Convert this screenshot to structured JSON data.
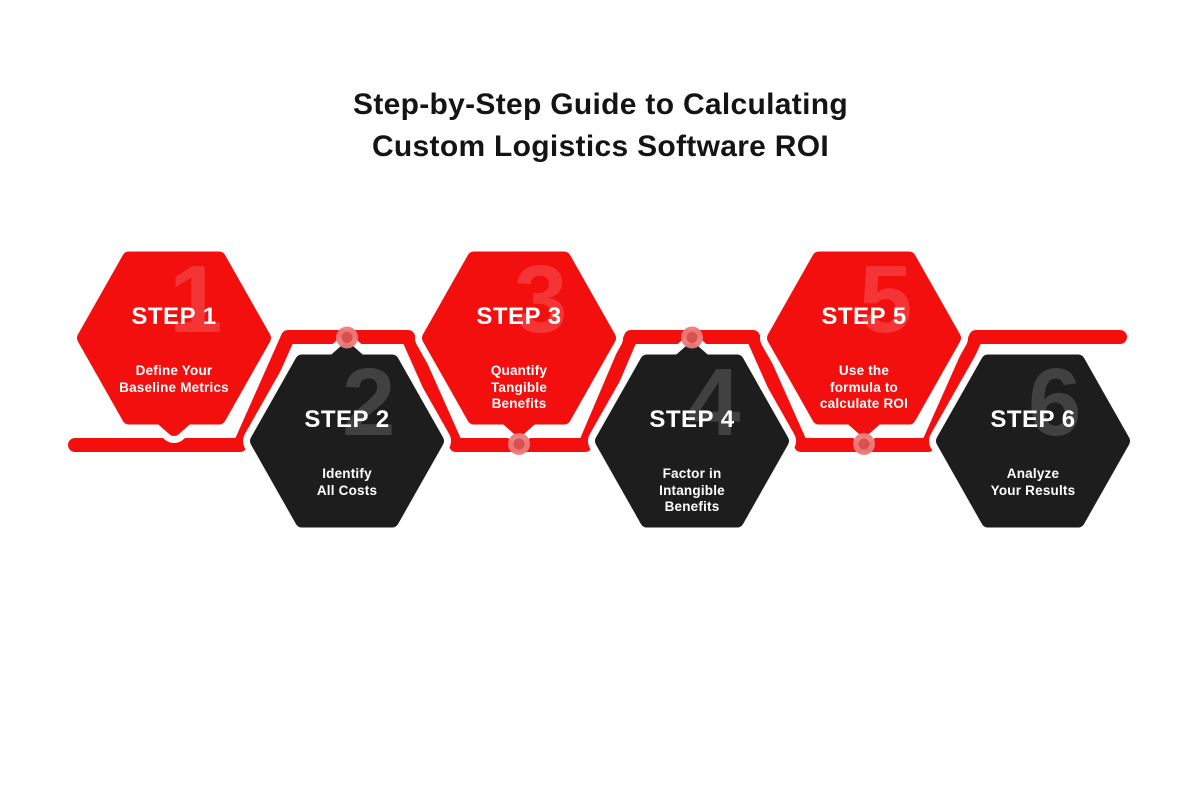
{
  "title": "Step-by-Step Guide to Calculating\nCustom Logistics Software ROI",
  "colors": {
    "accent_red": "#F40F0F",
    "hex_dark": "#1D1D1D",
    "title_text": "#141414",
    "step_text": "#FFFFFF",
    "watermark": "rgba(255,255,255,0.16)",
    "dot_halo": "#EC7B7B",
    "dot_core": "#DB4F4F",
    "canvas_bg": "#FFFFFF"
  },
  "steps": [
    {
      "label": "STEP 1",
      "number": "1",
      "description": "Define Your\nBaseline Metrics",
      "variant": "red"
    },
    {
      "label": "STEP 2",
      "number": "2",
      "description": "Identify\nAll Costs",
      "variant": "dark"
    },
    {
      "label": "STEP 3",
      "number": "3",
      "description": "Quantify\nTangible\nBenefits",
      "variant": "red"
    },
    {
      "label": "STEP 4",
      "number": "4",
      "description": "Factor in\nIntangible\nBenefits",
      "variant": "dark"
    },
    {
      "label": "STEP 5",
      "number": "5",
      "description": "Use the\nformula to\ncalculate ROI",
      "variant": "red"
    },
    {
      "label": "STEP 6",
      "number": "6",
      "description": "Analyze\nYour Results",
      "variant": "dark"
    }
  ]
}
